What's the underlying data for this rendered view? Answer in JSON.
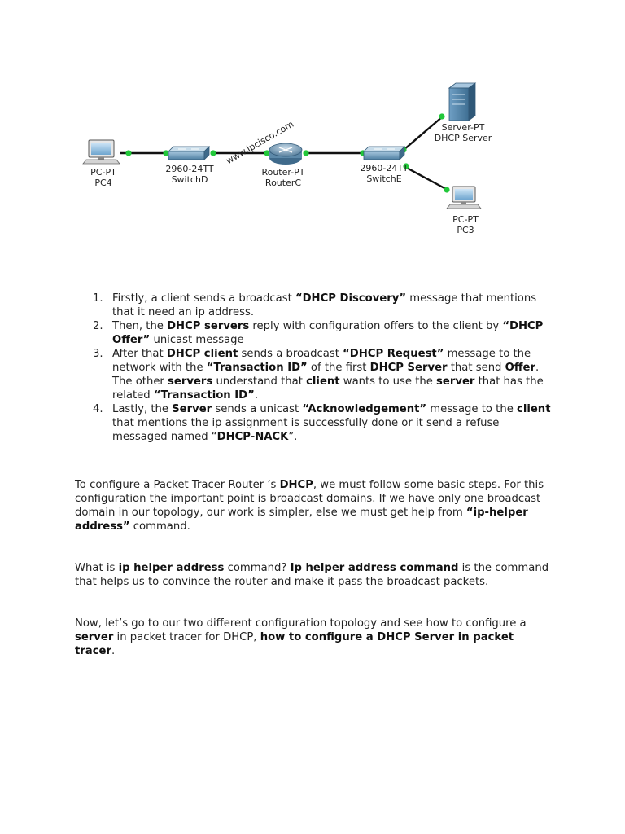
{
  "diagram": {
    "watermark": "www.ipcisco.com",
    "devices": [
      {
        "id": "pc4",
        "type": "PC-PT",
        "name": "PC4"
      },
      {
        "id": "switchd",
        "type": "2960-24TT",
        "name": "SwitchD"
      },
      {
        "id": "routerc",
        "type": "Router-PT",
        "name": "RouterC"
      },
      {
        "id": "switche",
        "type": "2960-24TT",
        "name": "SwitchE"
      },
      {
        "id": "server",
        "type": "Server-PT",
        "name": "DHCP Server"
      },
      {
        "id": "pc3",
        "type": "PC-PT",
        "name": "PC3"
      }
    ],
    "link_color": "#111111",
    "port_color": "#22c83a"
  },
  "steps": [
    {
      "number": "1.",
      "segments": [
        {
          "t": "Firstly, a client sends a broadcast "
        },
        {
          "t": "“DHCP Discovery”",
          "b": true
        },
        {
          "t": " message that mentions that it need an ip address."
        }
      ]
    },
    {
      "number": "2.",
      "segments": [
        {
          "t": "Then, the "
        },
        {
          "t": "DHCP servers",
          "b": true
        },
        {
          "t": " reply with configuration offers to the client by "
        },
        {
          "t": "“DHCP Offer”",
          "b": true
        },
        {
          "t": " unicast message"
        }
      ]
    },
    {
      "number": "3.",
      "segments": [
        {
          "t": "After that "
        },
        {
          "t": "DHCP client",
          "b": true
        },
        {
          "t": " sends a broadcast "
        },
        {
          "t": "“DHCP Request”",
          "b": true
        },
        {
          "t": " message to the network with the "
        },
        {
          "t": "“Transaction ID”",
          "b": true
        },
        {
          "t": " of the first "
        },
        {
          "t": "DHCP Server",
          "b": true
        },
        {
          "t": " that send "
        },
        {
          "t": "Offer",
          "b": true
        },
        {
          "t": ". The other "
        },
        {
          "t": "servers",
          "b": true
        },
        {
          "t": " understand that "
        },
        {
          "t": "client",
          "b": true
        },
        {
          "t": " wants to use the "
        },
        {
          "t": "server",
          "b": true
        },
        {
          "t": " that has the related "
        },
        {
          "t": "“Transaction ID”",
          "b": true
        },
        {
          "t": "."
        }
      ]
    },
    {
      "number": "4.",
      "segments": [
        {
          "t": "Lastly, the "
        },
        {
          "t": "Server",
          "b": true
        },
        {
          "t": " sends a unicast "
        },
        {
          "t": "“Acknowledgement”",
          "b": true
        },
        {
          "t": " message to the "
        },
        {
          "t": "client",
          "b": true
        },
        {
          "t": " that mentions the ip assignment is successfully done or it send a refuse messaged named “"
        },
        {
          "t": "DHCP-NACK",
          "b": true
        },
        {
          "t": "”."
        }
      ]
    }
  ],
  "paragraphs": [
    {
      "id": "configure-intro",
      "segments": [
        {
          "t": "To configure a Packet Tracer Router ’s "
        },
        {
          "t": "DHCP",
          "b": true
        },
        {
          "t": ", we must follow some basic steps. For this configuration the important point is broadcast domains. If we have only one broadcast domain in our topology, our work is simpler, else we must get help from "
        },
        {
          "t": "“ip-helper address”",
          "b": true
        },
        {
          "t": " command."
        }
      ]
    },
    {
      "id": "ip-helper",
      "segments": [
        {
          "t": "What is "
        },
        {
          "t": "ip helper address",
          "b": true
        },
        {
          "t": " command? "
        },
        {
          "t": "Ip helper address command",
          "b": true
        },
        {
          "t": " is the command that helps us to convince the router and make it pass the broadcast packets."
        }
      ]
    },
    {
      "id": "next-steps",
      "segments": [
        {
          "t": "Now, let’s go to our two different configuration topology and see how to configure a "
        },
        {
          "t": "server",
          "b": true
        },
        {
          "t": " in packet tracer for DHCP, "
        },
        {
          "t": "how to configure a DHCP Server in packet tracer",
          "b": true
        },
        {
          "t": "."
        }
      ]
    }
  ]
}
